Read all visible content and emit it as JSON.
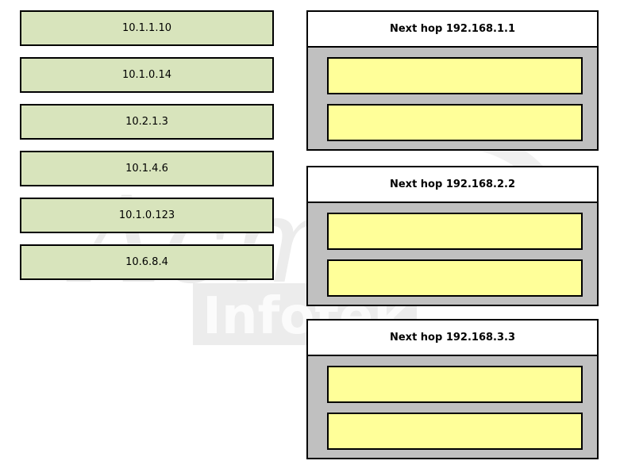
{
  "addresses": [
    {
      "label": "10.1.1.10"
    },
    {
      "label": "10.1.0.14"
    },
    {
      "label": "10.2.1.3"
    },
    {
      "label": "10.1.4.6"
    },
    {
      "label": "10.1.0.123"
    },
    {
      "label": "10.6.8.4"
    }
  ],
  "hops": [
    {
      "title": "Next hop 192.168.1.1",
      "slots": [
        "",
        ""
      ]
    },
    {
      "title": "Next hop 192.168.2.2",
      "slots": [
        "",
        ""
      ]
    },
    {
      "title": "Next hop 192.168.3.3",
      "slots": [
        "",
        ""
      ]
    }
  ],
  "watermark": {
    "line1": "Acme",
    "line2": "Infotek"
  },
  "colors": {
    "address_fill": "#d8e4bc",
    "slot_fill": "#ffff99",
    "group_fill": "#c0c0c0"
  }
}
